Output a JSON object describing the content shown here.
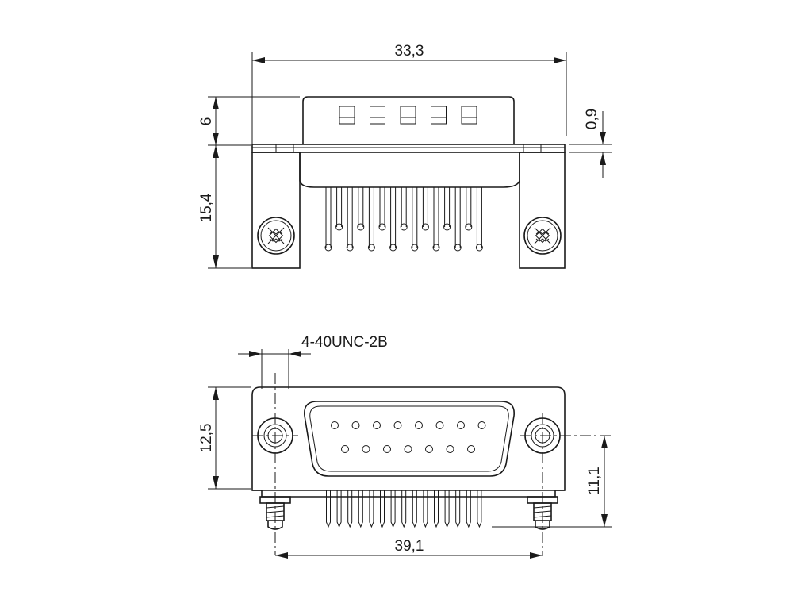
{
  "labels": {
    "width_overall": "33,3",
    "height_shell": "6",
    "height_body": "15,4",
    "flange_thickness": "0,9",
    "thread_spec": "4-40UNC-2B",
    "height_front": "12,5",
    "height_center": "11,1",
    "hole_spacing": "39,1"
  },
  "connector": {
    "top_view_pin_windows": 5,
    "side_pins": 15,
    "front_row_top_contacts": 8,
    "front_row_bottom_contacts": 7,
    "bottom_pins": 15
  },
  "colors": {
    "line": "#1a1a1a",
    "background": "#ffffff"
  }
}
